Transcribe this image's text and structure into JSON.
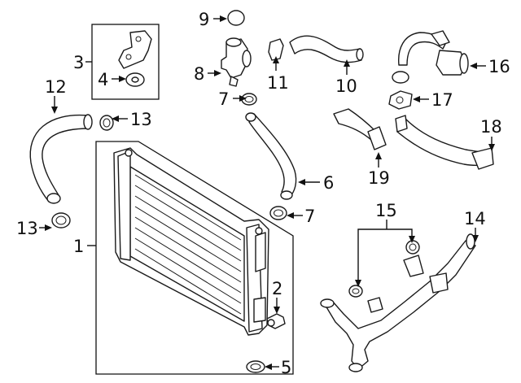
{
  "colors": {
    "ink": "#111111",
    "paper": "#ffffff"
  },
  "callouts": {
    "c1": "1",
    "c2": "2",
    "c3": "3",
    "c4": "4",
    "c5": "5",
    "c6": "6",
    "c7a": "7",
    "c7b": "7",
    "c8": "8",
    "c9": "9",
    "c10": "10",
    "c11": "11",
    "c12": "12",
    "c13a": "13",
    "c13b": "13",
    "c14": "14",
    "c15": "15",
    "c16": "16",
    "c17": "17",
    "c18": "18",
    "c19": "19"
  }
}
